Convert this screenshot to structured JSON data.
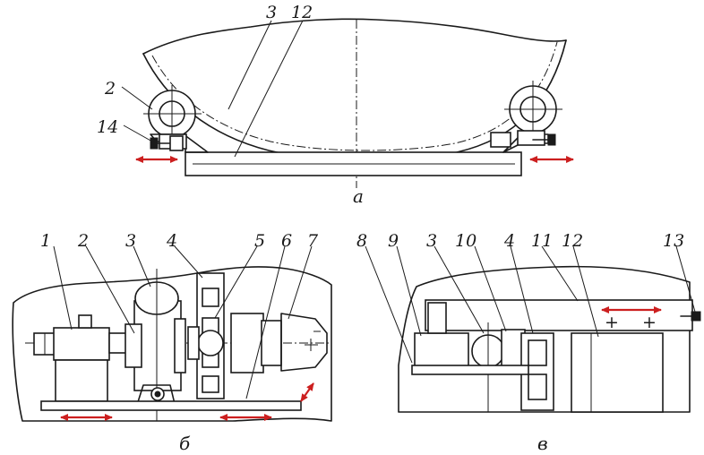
{
  "colors": {
    "line": "#1a1a1a",
    "arrow": "#cc1f1f",
    "background": "#ffffff"
  },
  "views": {
    "a": {
      "caption": "а",
      "labels": {
        "l2": "2",
        "l3": "3",
        "l12": "12",
        "l14": "14"
      }
    },
    "b": {
      "caption": "б",
      "labels": {
        "l1": "1",
        "l2": "2",
        "l3": "3",
        "l4": "4",
        "l5": "5",
        "l6": "6",
        "l7": "7"
      }
    },
    "v": {
      "caption": "в",
      "labels": {
        "l8": "8",
        "l9": "9",
        "l3": "3",
        "l10": "10",
        "l4": "4",
        "l11": "11",
        "l12": "12",
        "l13": "13"
      }
    }
  }
}
